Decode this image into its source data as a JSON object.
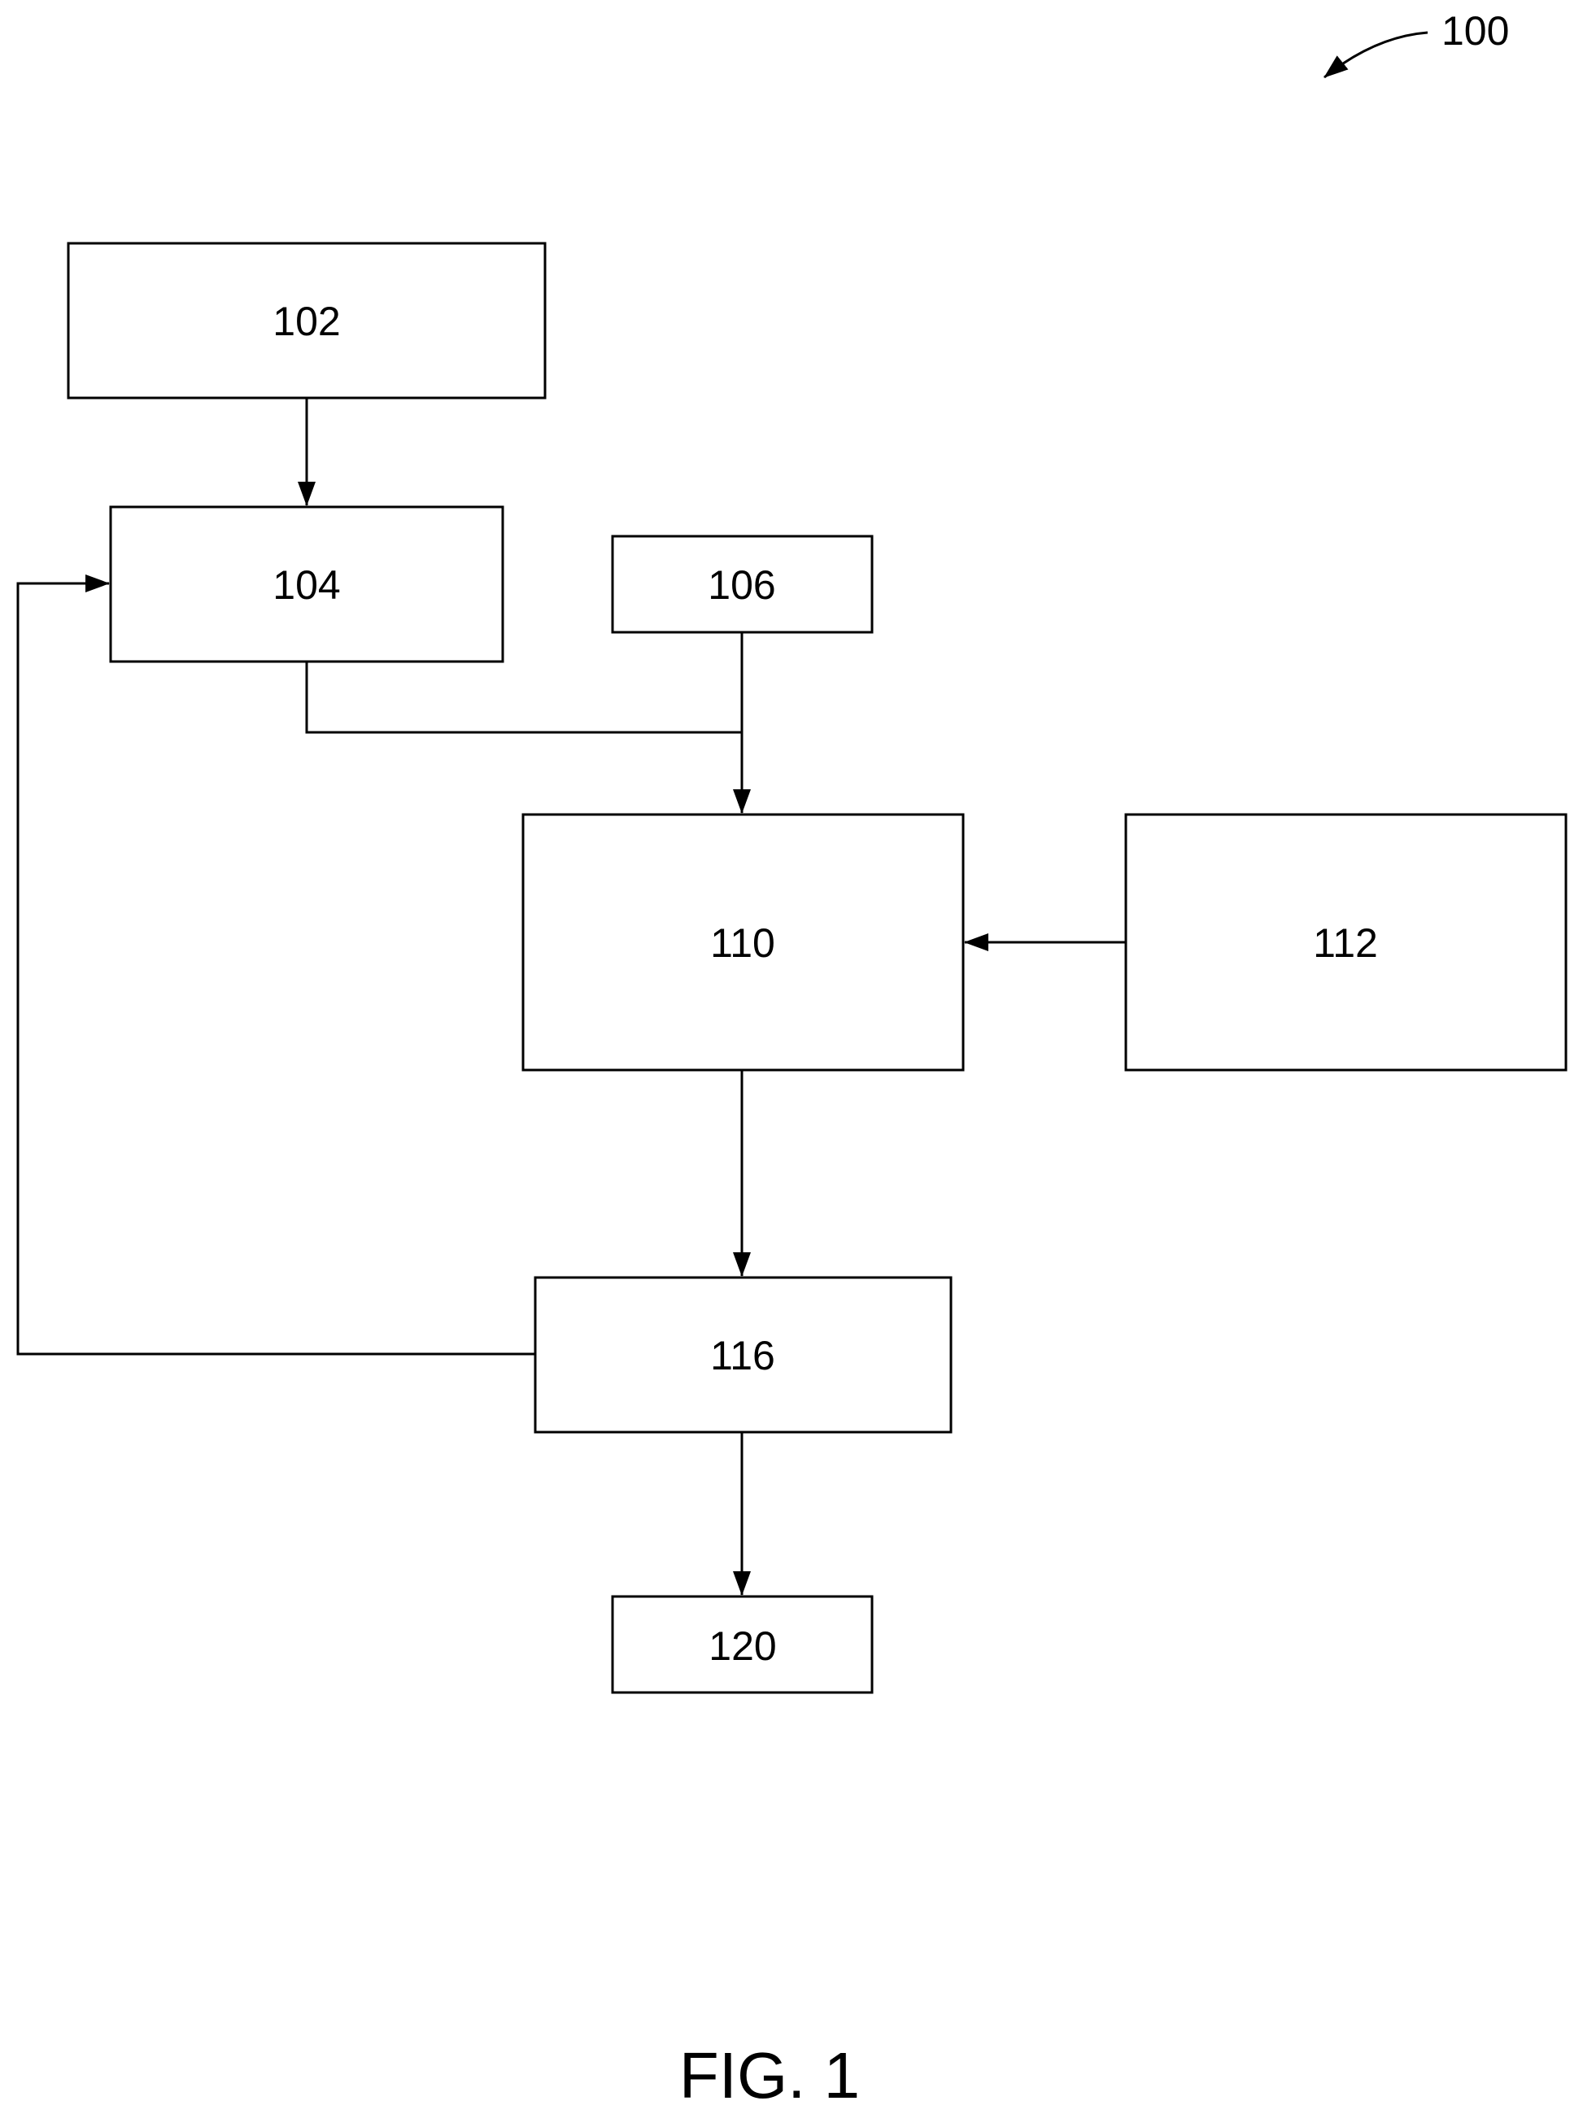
{
  "figure_ref": "100",
  "caption": "FIG. 1",
  "nodes": [
    {
      "id": "102",
      "label": "102"
    },
    {
      "id": "104",
      "label": "104"
    },
    {
      "id": "106",
      "label": "106"
    },
    {
      "id": "110",
      "label": "110"
    },
    {
      "id": "112",
      "label": "112"
    },
    {
      "id": "116",
      "label": "116"
    },
    {
      "id": "120",
      "label": "120"
    }
  ],
  "edges": [
    {
      "from": "102",
      "to": "104"
    },
    {
      "from": "104",
      "to": "110"
    },
    {
      "from": "106",
      "to": "110"
    },
    {
      "from": "112",
      "to": "110"
    },
    {
      "from": "110",
      "to": "116"
    },
    {
      "from": "116",
      "to": "120"
    },
    {
      "from": "116",
      "to": "104"
    }
  ]
}
